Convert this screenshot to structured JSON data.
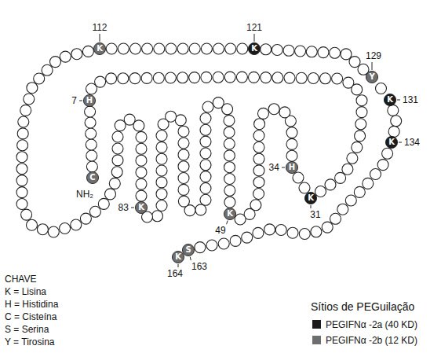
{
  "diagram": {
    "nodes": [
      {
        "text": [
          "K"
        ]
      },
      {
        "text": [
          "K"
        ]
      },
      {
        "text": [
          "Y"
        ]
      },
      {
        "text": [
          "K"
        ]
      },
      {
        "text": [
          "H"
        ]
      },
      {
        "text": [
          "K"
        ]
      },
      {
        "text": [
          "H"
        ]
      },
      {
        "text": [
          "C"
        ]
      },
      {
        "text": [
          "K"
        ]
      },
      {
        "text": [
          "K"
        ]
      },
      {
        "text": [
          "K"
        ]
      },
      {
        "text": [
          "S"
        ]
      },
      {
        "text": [
          "K"
        ]
      }
    ],
    "labels": [
      "112",
      "121",
      "129",
      "131",
      "7",
      "134",
      "34",
      "NH₂",
      "31",
      "83",
      "49",
      "163",
      "164",
      "CHAVE",
      "K = Lisina",
      "H = Histidina",
      "C = Cisteína",
      "S = Serina",
      "Y = Tirosina",
      "Sítios de PEGuilação"
    ],
    "legend": [
      {
        "text": "PEGIFNα -2a (40 KD)",
        "color": "#1c1c1c"
      },
      {
        "text": "PEGIFNα -2b (12 KD)",
        "color": "#6e6e6e"
      }
    ]
  }
}
